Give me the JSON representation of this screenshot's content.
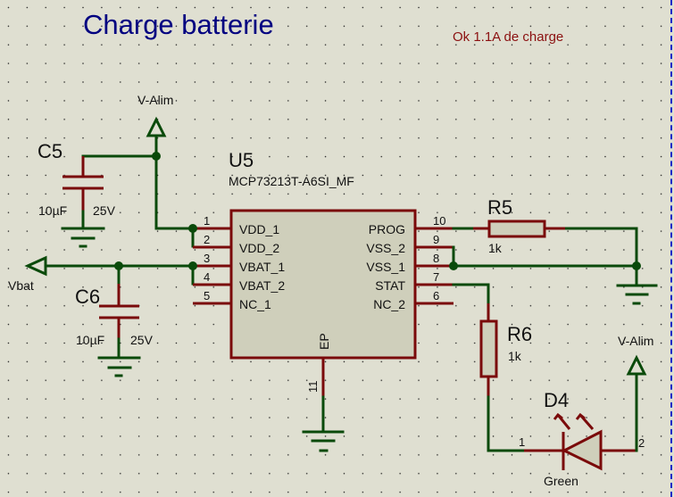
{
  "title": "Charge batterie",
  "note": "Ok 1.1A de charge",
  "colors": {
    "title": "#000080",
    "note": "#8b1010",
    "wire": "#0a4a0a",
    "pin": "#7a0a0a",
    "body": "#cfcfbb",
    "background": "#dfdfd1"
  },
  "u5": {
    "ref": "U5",
    "part": "MCP73213T-A6SI_MF",
    "left_pins": [
      {
        "num": "1",
        "name": "VDD_1"
      },
      {
        "num": "2",
        "name": "VDD_2"
      },
      {
        "num": "3",
        "name": "VBAT_1"
      },
      {
        "num": "4",
        "name": "VBAT_2"
      },
      {
        "num": "5",
        "name": "NC_1"
      }
    ],
    "right_pins": [
      {
        "num": "10",
        "name": "PROG"
      },
      {
        "num": "9",
        "name": "VSS_2"
      },
      {
        "num": "8",
        "name": "VSS_1"
      },
      {
        "num": "7",
        "name": "STAT"
      },
      {
        "num": "6",
        "name": "NC_2"
      }
    ],
    "bottom_pin": {
      "num": "11",
      "name": "EP"
    }
  },
  "c5": {
    "ref": "C5",
    "value": "10µF",
    "voltage": "25V"
  },
  "c6": {
    "ref": "C6",
    "value": "10µF",
    "voltage": "25V"
  },
  "r5": {
    "ref": "R5",
    "value": "1k"
  },
  "r6": {
    "ref": "R6",
    "value": "1k"
  },
  "d4": {
    "ref": "D4",
    "value": "Green",
    "pin1": "1",
    "pin2": "2"
  },
  "terminals": {
    "valim_top": "V-Alim",
    "valim_right": "V-Alim",
    "vbat": "Vbat"
  }
}
